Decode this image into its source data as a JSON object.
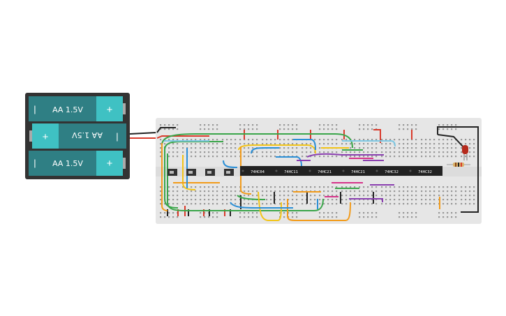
{
  "battery_pack": {
    "cells": [
      {
        "label": "AA 1.5V",
        "minus": "|",
        "plus": "+",
        "flipped": false
      },
      {
        "label": "AA 1.5V",
        "minus": "|",
        "plus": "+",
        "flipped": true
      },
      {
        "label": "AA 1.5V",
        "minus": "|",
        "plus": "+",
        "flipped": false
      }
    ]
  },
  "chips": [
    {
      "label": "74HC04"
    },
    {
      "label": "74HC11"
    },
    {
      "label": "74HC21"
    },
    {
      "label": "74HC21"
    },
    {
      "label": "74HC32"
    },
    {
      "label": "74HC32"
    }
  ],
  "switch_count": 4,
  "components": {
    "led": "red-led",
    "resistor": "resistor"
  },
  "colors": {
    "breadboard": "#e6e6e6",
    "battery_body": "#2f7f84",
    "battery_terminal": "#3fc1c3",
    "battery_case": "#333333",
    "chip": "#222222",
    "wire_red": "#d93a2b",
    "wire_black": "#222222",
    "wire_green": "#3aa64a",
    "wire_yellow": "#f2c418",
    "wire_orange": "#f29b1a",
    "wire_blue": "#2b8fd6",
    "wire_purple": "#8a3fb0",
    "wire_pink": "#d6338a",
    "wire_lightblue": "#7ec8e3"
  }
}
